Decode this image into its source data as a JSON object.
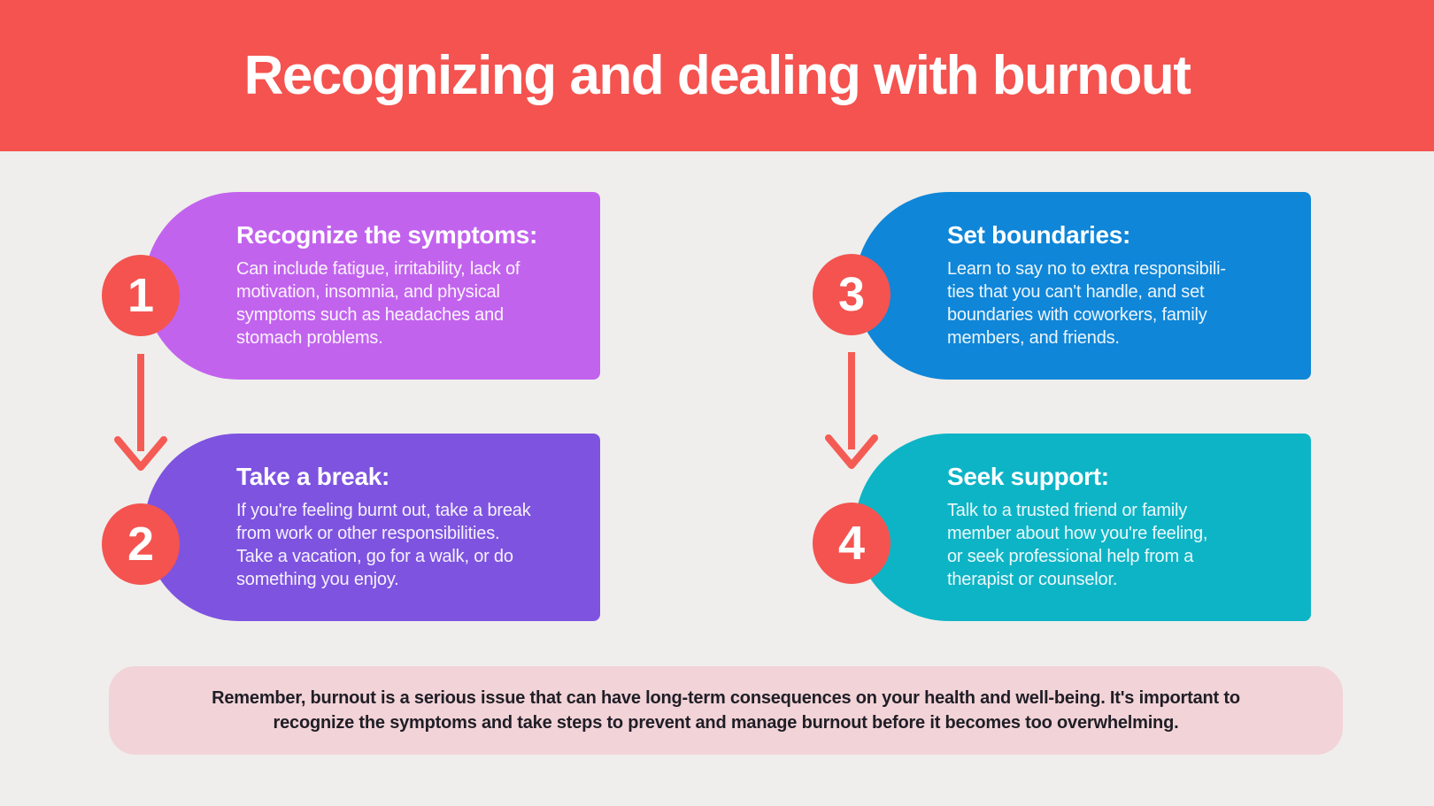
{
  "header": {
    "title": "Recognizing and dealing with burnout",
    "bg_color": "#f4534f",
    "text_color": "#ffffff"
  },
  "background_color": "#efeeec",
  "badge_color": "#f4534f",
  "arrow_color": "#f45b54",
  "steps": [
    {
      "number": "1",
      "title": "Recognize the symptoms:",
      "body": "Can include fatigue, irritability, lack of\nmotivation, insomnia, and physical\nsymptoms such as headaches and\nstomach problems.",
      "card_color": "#c263ee"
    },
    {
      "number": "2",
      "title": "Take a break:",
      "body": "If you're feeling burnt out, take a break\nfrom work or other responsibilities.\nTake a vacation, go for a walk, or do\nsomething you enjoy.",
      "card_color": "#7e53e0"
    },
    {
      "number": "3",
      "title": "Set boundaries:",
      "body": "Learn to say no to extra responsibili-\nties that you can't handle, and set\nboundaries with coworkers, family\nmembers, and friends.",
      "card_color": "#0f86d8"
    },
    {
      "number": "4",
      "title": "Seek support:",
      "body": "Talk to a trusted friend or family\nmember about how you're feeling,\nor seek professional help from a\ntherapist or counselor.",
      "card_color": "#0db4c6"
    }
  ],
  "footer": {
    "text": "Remember, burnout is a serious issue that can have long-term consequences on your health and well-being. It's important to\nrecognize the symptoms and take steps to prevent and manage burnout before it becomes too overwhelming.",
    "bg_color": "#f2d3d7",
    "text_color": "#1f1e26"
  }
}
